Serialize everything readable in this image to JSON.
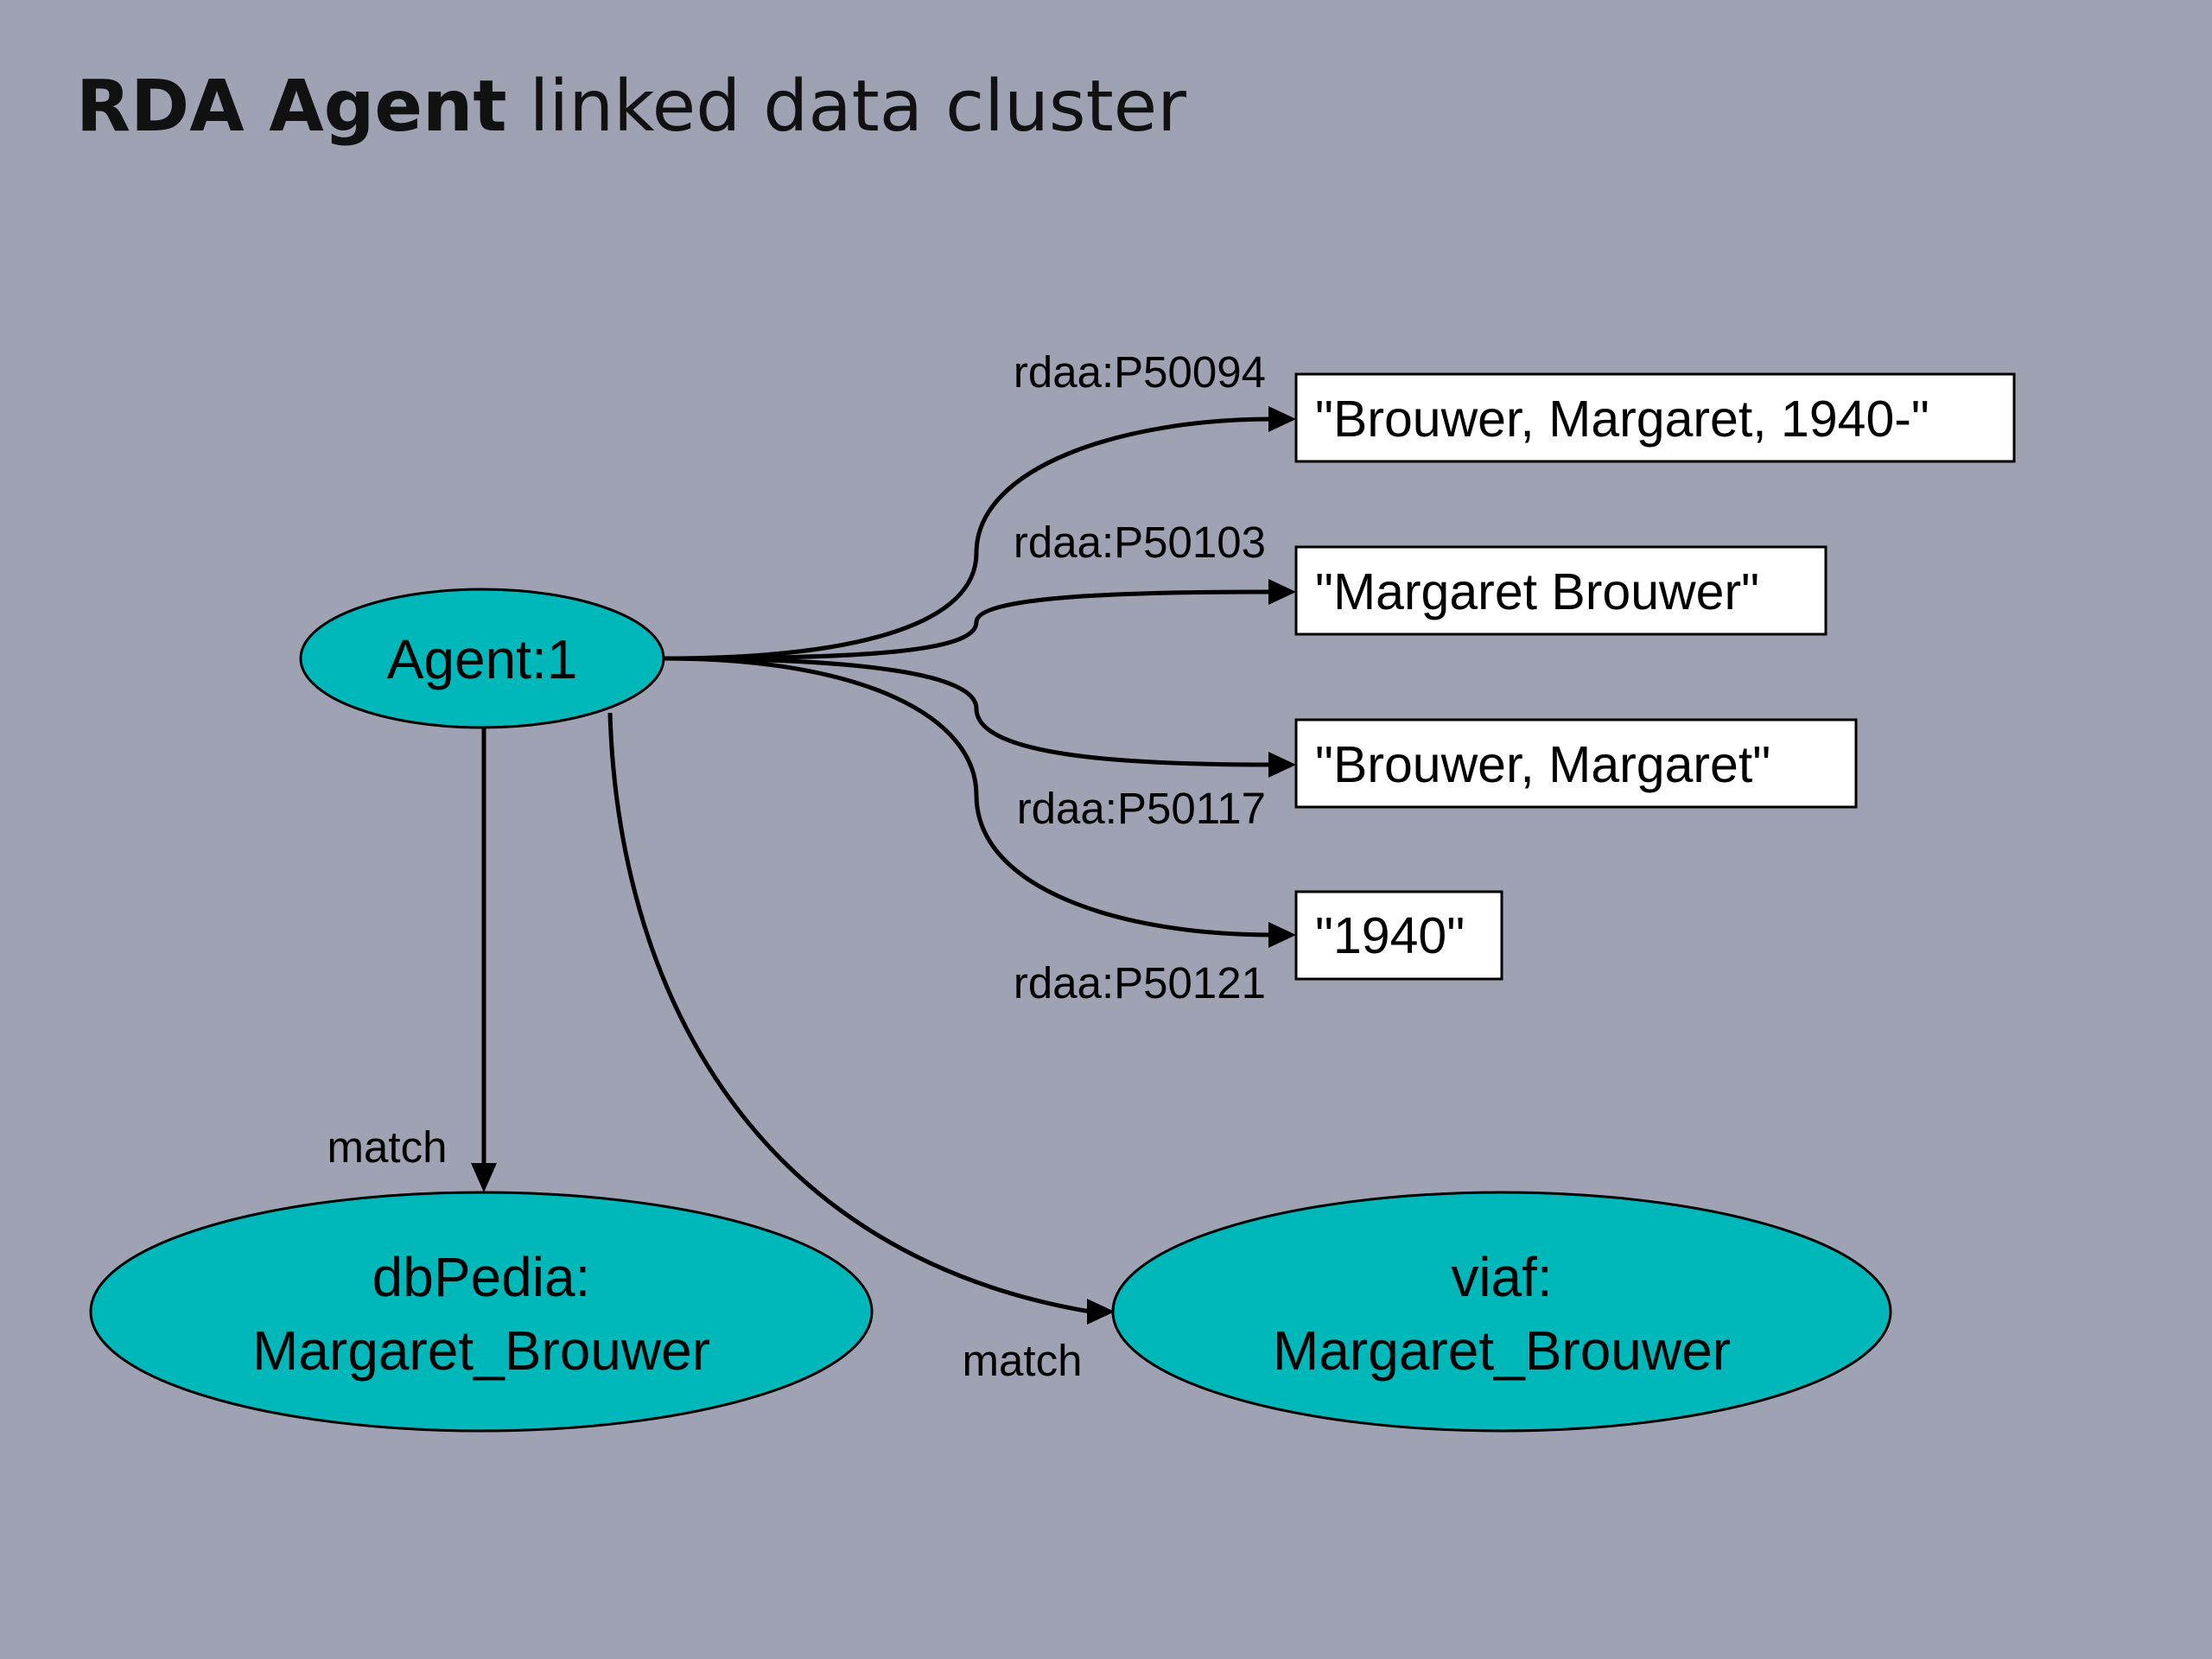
{
  "slide": {
    "title_bold": "RDA Agent",
    "title_rest": " linked data cluster"
  },
  "colors": {
    "background": "#9ea2b3",
    "node_fill": "#00b7ba",
    "literal_fill": "#ffffff",
    "edge": "#000000"
  },
  "diagram": {
    "agent": {
      "label": "Agent:1"
    },
    "literals": [
      {
        "id": "lit1",
        "label": "\"Brouwer, Margaret, 1940-\"",
        "property": "rdaa:P50094"
      },
      {
        "id": "lit2",
        "label": "\"Margaret Brouwer\"",
        "property": "rdaa:P50103"
      },
      {
        "id": "lit3",
        "label": "\"Brouwer, Margaret\"",
        "property": "rdaa:P50117"
      },
      {
        "id": "lit4",
        "label": "\"1940\"",
        "property": "rdaa:P50121"
      }
    ],
    "matches": [
      {
        "id": "dbpedia",
        "line1": "dbPedia:",
        "line2": "Margaret_Brouwer",
        "edge_label": "match"
      },
      {
        "id": "viaf",
        "line1": "viaf:",
        "line2": "Margaret_Brouwer",
        "edge_label": "match"
      }
    ]
  }
}
